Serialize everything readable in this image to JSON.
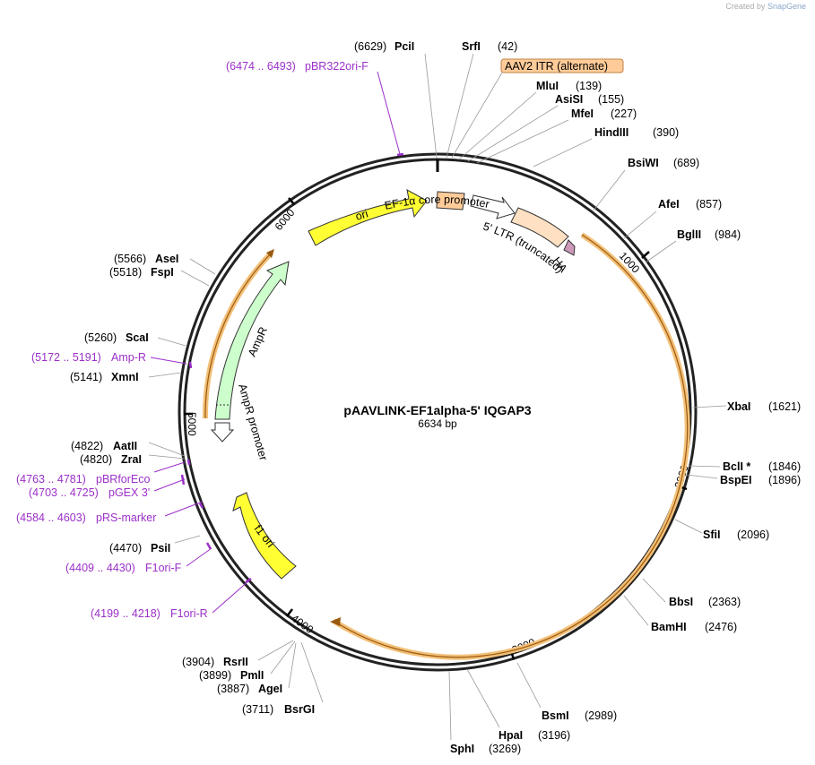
{
  "credit": {
    "prefix": "Created by",
    "brand": "SnapGene"
  },
  "plasmid": {
    "name": "pAAVLINK-EF1alpha-5' IQGAP3",
    "size_label": "6634 bp",
    "length": 6634
  },
  "colors": {
    "backbone": "#222222",
    "primer": "#9b30c8",
    "ori": "#ffff33",
    "ampr": "#ccffcc",
    "promoter_fill": "#ffffff",
    "itr": "#ffcc99",
    "ltr": "#ffe0c2",
    "ha": "#cc99bb",
    "orf": "#e8a545"
  },
  "ticks": [
    "1000",
    "2000",
    "3000",
    "4000",
    "5000",
    "6000"
  ],
  "enzymes": [
    {
      "name": "PciI",
      "pos": "(6629)"
    },
    {
      "name": "SrfI",
      "pos": "(42)"
    },
    {
      "name": "MluI",
      "pos": "(139)"
    },
    {
      "name": "AsiSI",
      "pos": "(155)"
    },
    {
      "name": "MfeI",
      "pos": "(227)"
    },
    {
      "name": "HindIII",
      "pos": "(390)"
    },
    {
      "name": "BsiWI",
      "pos": "(689)"
    },
    {
      "name": "AfeI",
      "pos": "(857)"
    },
    {
      "name": "BglII",
      "pos": "(984)"
    },
    {
      "name": "XbaI",
      "pos": "(1621)"
    },
    {
      "name": "BclI *",
      "pos": "(1846)"
    },
    {
      "name": "BspEI",
      "pos": "(1896)"
    },
    {
      "name": "SfiI",
      "pos": "(2096)"
    },
    {
      "name": "BbsI",
      "pos": "(2363)"
    },
    {
      "name": "BamHI",
      "pos": "(2476)"
    },
    {
      "name": "BsmI",
      "pos": "(2989)"
    },
    {
      "name": "HpaI",
      "pos": "(3196)"
    },
    {
      "name": "SphI",
      "pos": "(3269)"
    },
    {
      "name": "BsrGI",
      "pos": "(3711)"
    },
    {
      "name": "AgeI",
      "pos": "(3887)"
    },
    {
      "name": "PmlI",
      "pos": "(3899)"
    },
    {
      "name": "RsrII",
      "pos": "(3904)"
    },
    {
      "name": "PsiI",
      "pos": "(4470)"
    },
    {
      "name": "ZraI",
      "pos": "(4820)"
    },
    {
      "name": "AatII",
      "pos": "(4822)"
    },
    {
      "name": "XmnI",
      "pos": "(5141)"
    },
    {
      "name": "ScaI",
      "pos": "(5260)"
    },
    {
      "name": "FspI",
      "pos": "(5518)"
    },
    {
      "name": "AseI",
      "pos": "(5566)"
    }
  ],
  "primers": [
    {
      "range": "(6474 .. 6493)",
      "name": "pBR322ori-F"
    },
    {
      "range": "(5172 .. 5191)",
      "name": "Amp-R"
    },
    {
      "range": "(4763 .. 4781)",
      "name": "pBRforEco"
    },
    {
      "range": "(4703 .. 4725)",
      "name": "pGEX 3'"
    },
    {
      "range": "(4584 .. 4603)",
      "name": "pRS-marker"
    },
    {
      "range": "(4409 .. 4430)",
      "name": "F1ori-F"
    },
    {
      "range": "(4199 .. 4218)",
      "name": "F1ori-R"
    }
  ],
  "features": [
    {
      "name": "AAV2 ITR (alternate)"
    },
    {
      "name": "EF-1α core promoter"
    },
    {
      "name": "5' LTR (truncated)"
    },
    {
      "name": "HA"
    },
    {
      "name": "ori"
    },
    {
      "name": "AmpR"
    },
    {
      "name": "AmpR promoter"
    },
    {
      "name": "f1 ori"
    }
  ]
}
